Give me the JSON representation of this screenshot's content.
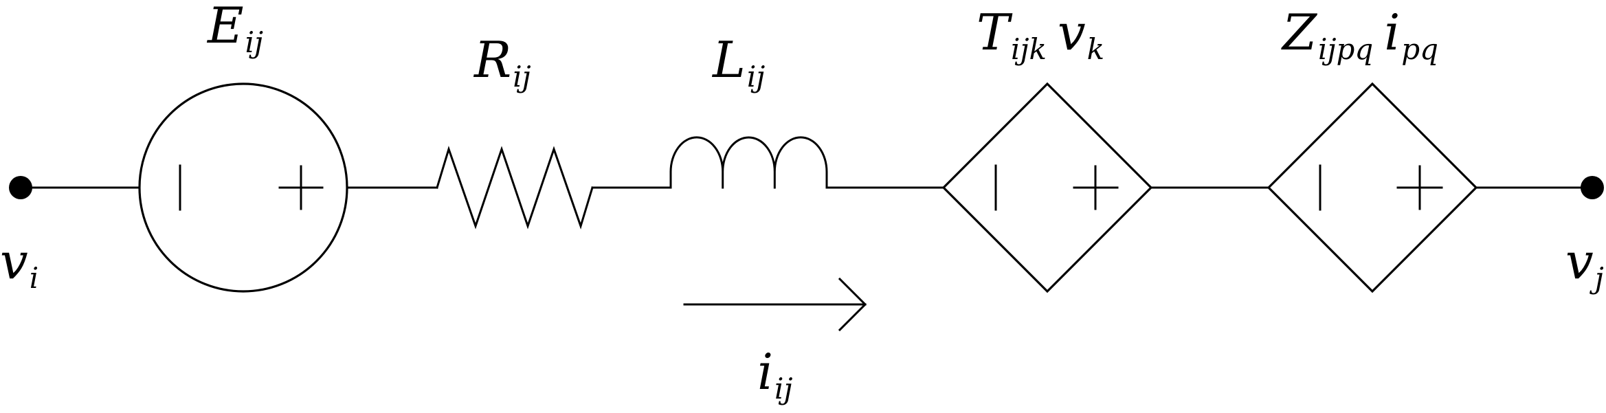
{
  "diagram": {
    "terminals": {
      "left": {
        "main": "v",
        "sub": "i"
      },
      "right": {
        "main": "v",
        "sub": "j"
      }
    },
    "components": {
      "voltage_source": {
        "main": "E",
        "sub": "ij"
      },
      "resistor": {
        "main": "R",
        "sub": "ij"
      },
      "inductor": {
        "main": "L",
        "sub": "ij"
      },
      "dependent_source_1": {
        "main": "T",
        "sub": "ijk",
        "factor_main": "v",
        "factor_sub": "k"
      },
      "dependent_source_2": {
        "main": "Z",
        "sub": "ijpq",
        "factor_main": "i",
        "factor_sub": "pq"
      }
    },
    "current": {
      "main": "i",
      "sub": "ij"
    }
  }
}
